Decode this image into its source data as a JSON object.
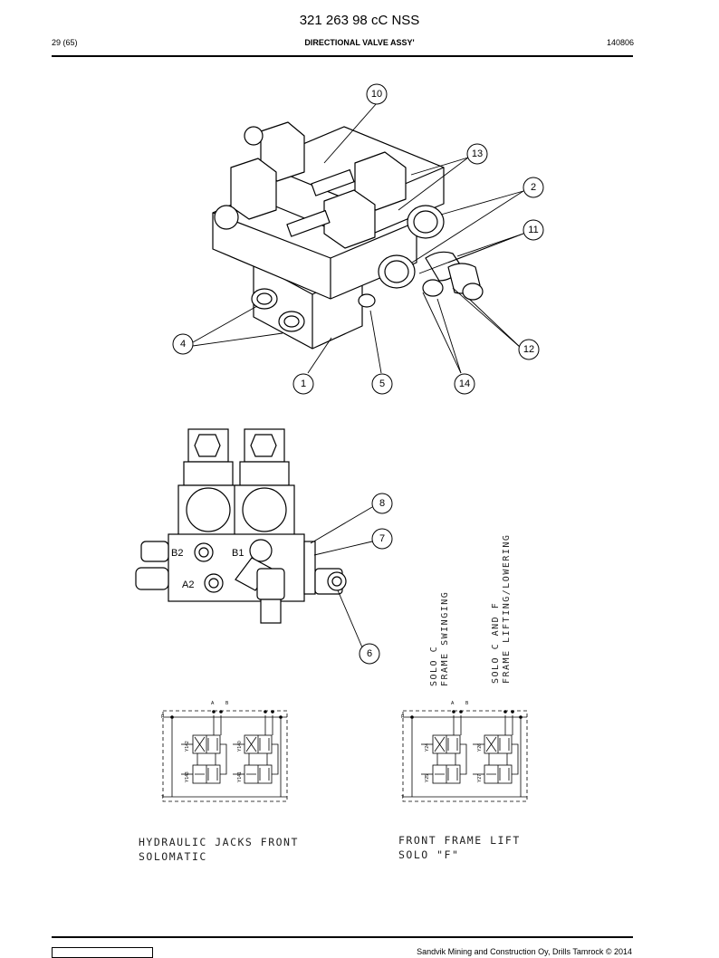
{
  "header": {
    "doc_number": "321 263 98 cC NSS",
    "page": "29 (65)",
    "title": "DIRECTIONAL VALVE ASSY'",
    "code": "140806"
  },
  "callouts": {
    "c10": "10",
    "c13": "13",
    "c2": "2",
    "c11": "11",
    "c4": "4",
    "c12": "12",
    "c1": "1",
    "c5": "5",
    "c14": "14",
    "c8": "8",
    "c7": "7",
    "c6": "6"
  },
  "ports": {
    "b2": "B2",
    "b1": "B1",
    "a2": "A2"
  },
  "rotated_notes": {
    "left_line1": "SOLO C",
    "left_line2": "FRAME SWINGING",
    "right_line1": "SOLO C AND F",
    "right_line2": "FRAME LIFTING/LOWERING"
  },
  "schematic_left": {
    "caption_line1": "HYDRAULIC JACKS FRONT",
    "caption_line2": "SOLOMATIC",
    "p": "P",
    "t": "T",
    "a": "A",
    "b": "B",
    "coil_1": "Y142",
    "coil_2": "Y143",
    "coil_3": "Y140",
    "coil_4": "Y141"
  },
  "schematic_right": {
    "caption_line1": "FRONT FRAME LIFT",
    "caption_line2": "SOLO \"F\"",
    "p": "P",
    "t": "T",
    "a": "A",
    "b": "B",
    "coil_1": "Y24",
    "coil_2": "Y25",
    "coil_3": "Y26",
    "coil_4": "Y27"
  },
  "footer": {
    "copyright": "Sandvik Mining and Construction Oy, Drills Tamrock © 2014"
  }
}
